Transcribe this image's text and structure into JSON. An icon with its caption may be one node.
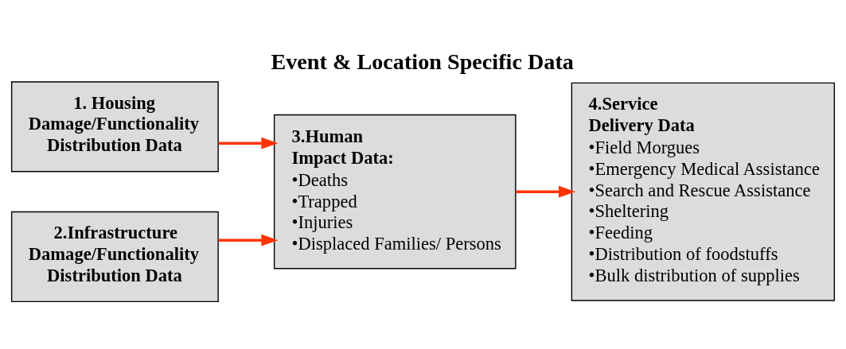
{
  "diagram": {
    "title": "Event & Location Specific Data",
    "nodes": [
      {
        "text": [
          "1. Housing Damage/Functionality Distribution Data"
        ]
      },
      {
        "text": [
          "2.Infrastructure Damage/Functionality Distribution Data"
        ]
      },
      {
        "text": [
          "3.Human Impact Data:",
          "•Deaths",
          "•Trapped",
          "•Injuries",
          "•Displaced Families/ Persons"
        ]
      },
      {
        "text": [
          "4.Service Delivery Data",
          "•Field Morgues",
          "•Emergency Medical Assistance",
          "•Search and Rescue Assistance",
          "•Sheltering",
          "•Feeding",
          "•Distribution of foodstuffs",
          "•Bulk distribution of supplies"
        ]
      }
    ],
    "edges": [
      {
        "from": 0,
        "to": 2,
        "arrow": "to"
      },
      {
        "from": 1,
        "to": 2,
        "arrow": "to"
      },
      {
        "from": 2,
        "to": 3,
        "arrow": "to"
      }
    ]
  }
}
